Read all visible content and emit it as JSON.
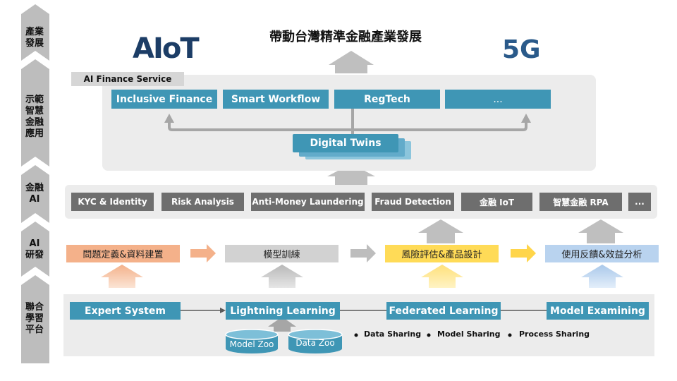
{
  "sidebar": [
    {
      "label": "產業\n發展"
    },
    {
      "label": "示範\n智慧\n金融\n應用"
    },
    {
      "label": "金融\nAI"
    },
    {
      "label": "AI\n研發"
    },
    {
      "label": "聯合\n學習\n平台"
    }
  ],
  "title": "帶動台灣精準金融產業發展",
  "logos": {
    "left": "AIoT",
    "right": "5G"
  },
  "finance_service": {
    "tag": "AI Finance Service",
    "apps": [
      "Inclusive Finance",
      "Smart Workflow",
      "RegTech",
      "..."
    ],
    "center": "Digital Twins"
  },
  "financial_ai": [
    "KYC & Identity",
    "Risk Analysis",
    "Anti-Money Laundering",
    "Fraud Detection",
    "金融 IoT",
    "智慧金融 RPA",
    "..."
  ],
  "ai_rd": [
    {
      "label": "問題定義&資料建置",
      "color": "#f4b18a"
    },
    {
      "label": "模型訓練",
      "color": "#d2d2d2"
    },
    {
      "label": "風險評估&產品設計",
      "color": "#ffdb57"
    },
    {
      "label": "使用反饋&效益分析",
      "color": "#b9d3ef"
    }
  ],
  "platform": {
    "nodes": [
      "Expert System",
      "Lightning Learning",
      "Federated Learning",
      "Model Examining"
    ],
    "databases": [
      "Model Zoo",
      "Data Zoo"
    ],
    "sharing": [
      "Data Sharing",
      "Model Sharing",
      "Process Sharing"
    ]
  }
}
